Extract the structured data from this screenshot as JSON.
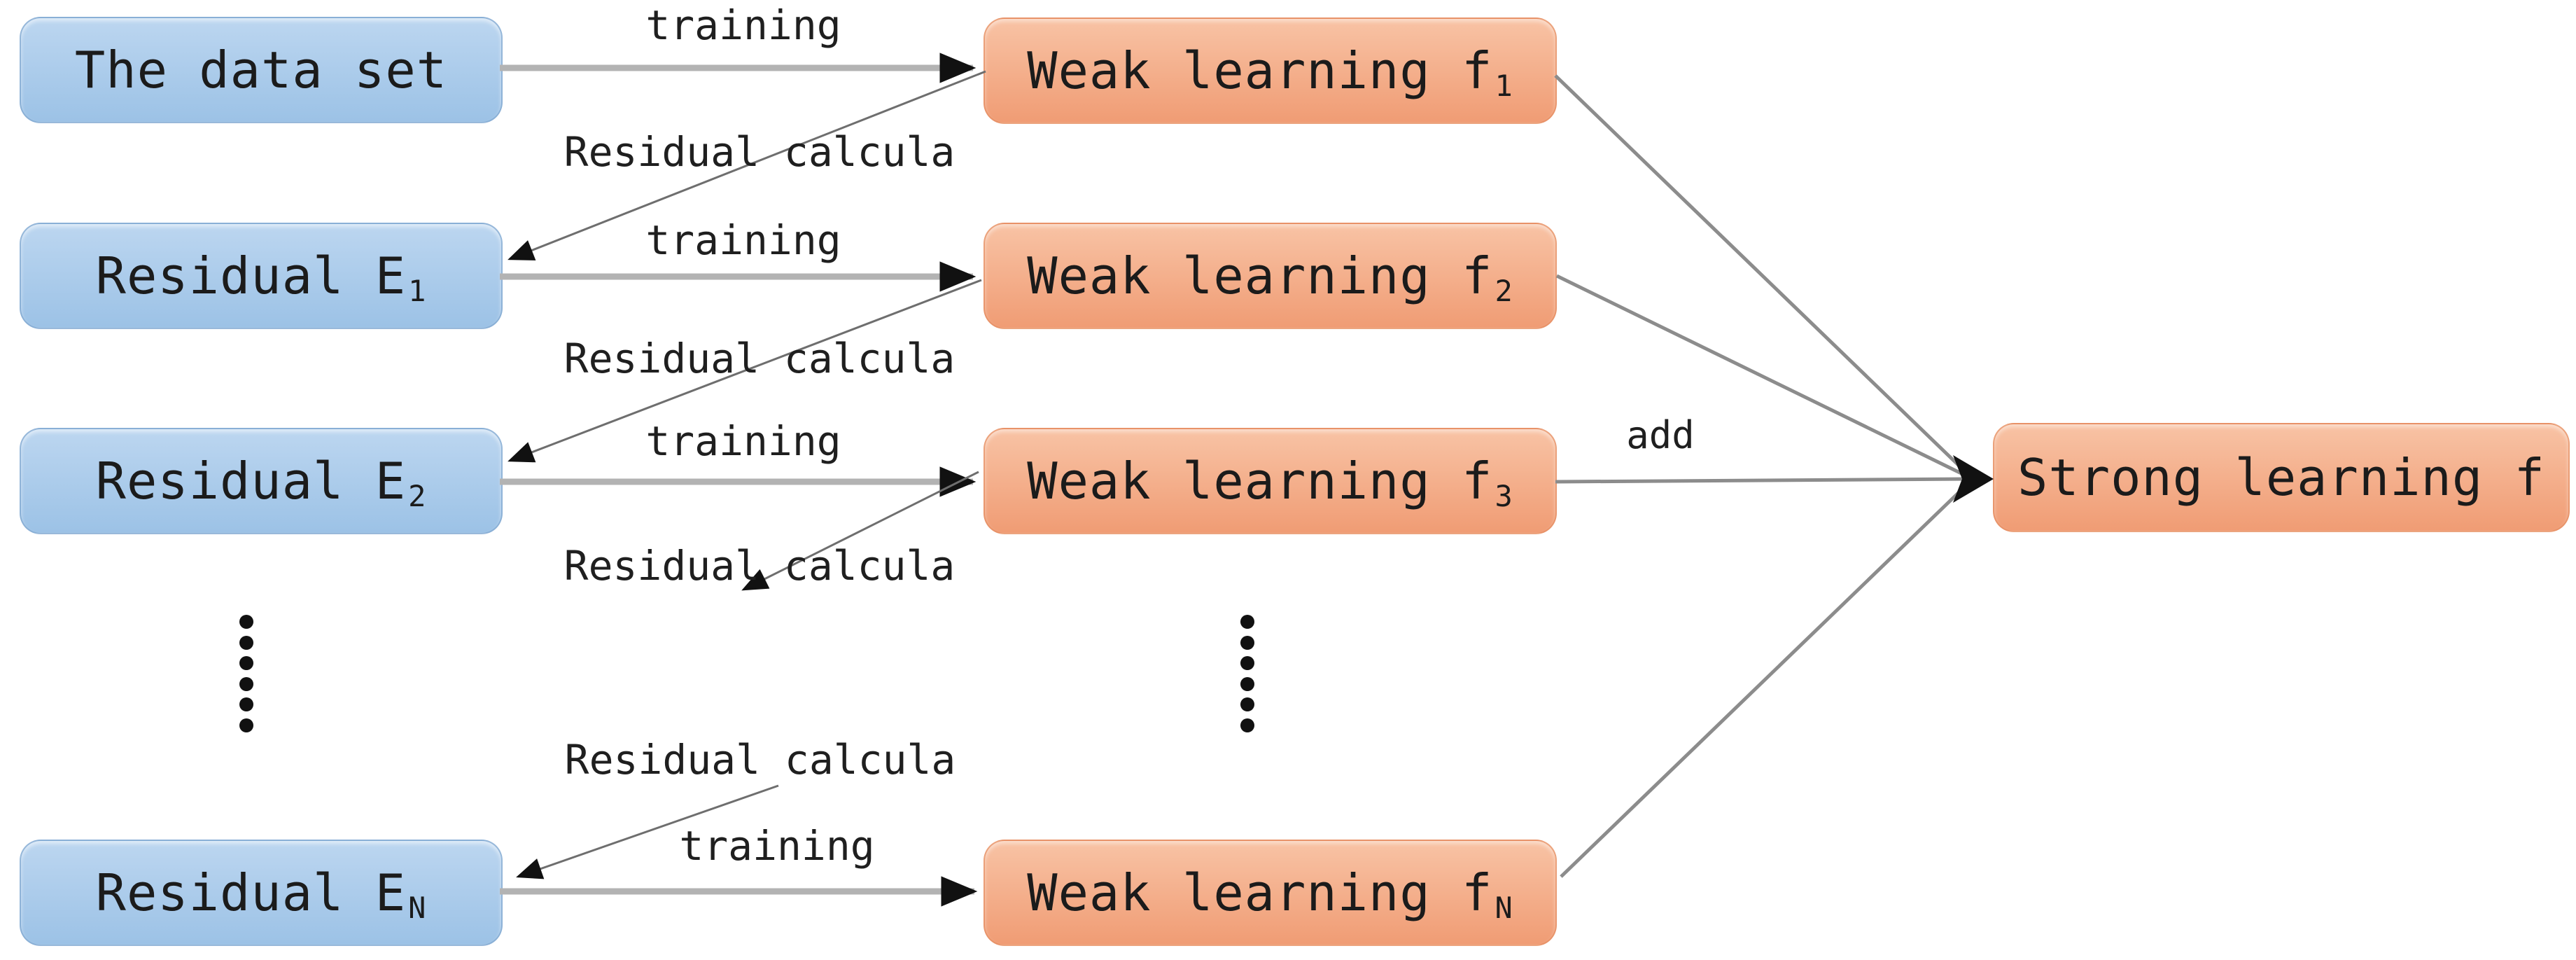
{
  "figure": {
    "background": "#ffffff",
    "palette": {
      "data_box_top": "#bcd6f0",
      "data_box_bottom": "#9cc2e6",
      "learner_box_top": "#f8c3a5",
      "learner_box_bottom": "#f09c74",
      "text": "#1b1b1b",
      "training_arrow": "#b3b3b3",
      "merge_line": "#8c8c8c",
      "residual_line": "#6e6e6e",
      "arrowhead": "#111111"
    },
    "nodes": {
      "dataset": {
        "label": "The data set",
        "subscript": ""
      },
      "residual1": {
        "label": "Residual E",
        "subscript": "1"
      },
      "residual2": {
        "label": "Residual E",
        "subscript": "2"
      },
      "residualN": {
        "label": "Residual E",
        "subscript": "N"
      },
      "weak1": {
        "label": "Weak learning f",
        "subscript": "1"
      },
      "weak2": {
        "label": "Weak learning f",
        "subscript": "2"
      },
      "weak3": {
        "label": "Weak learning f",
        "subscript": "3"
      },
      "weakN": {
        "label": "Weak learning f",
        "subscript": "N"
      },
      "strong": {
        "label": "Strong learning f",
        "subscript": ""
      }
    },
    "edge_labels": {
      "training": "training",
      "residual_calc": "Residual calcula",
      "add": "add"
    }
  }
}
